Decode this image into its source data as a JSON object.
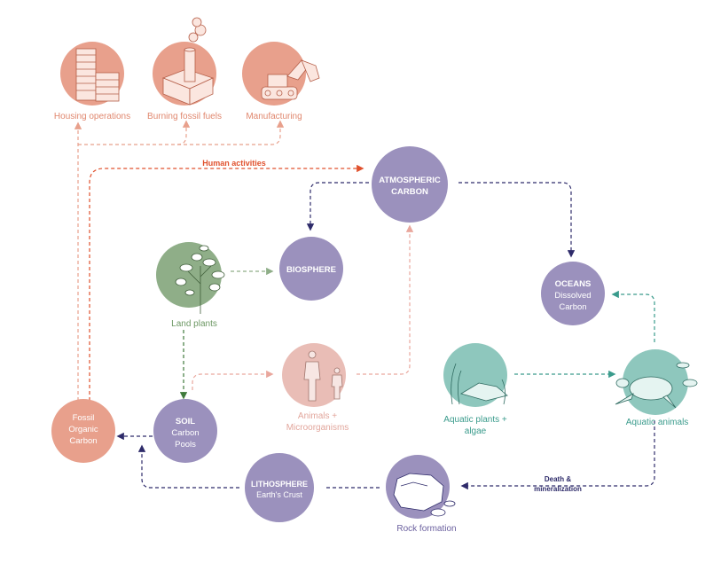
{
  "colors": {
    "purple": "#9b91bd",
    "dark_navy": "#2e2b6a",
    "salmon": "#e8a08c",
    "salmon_text": "#e0876e",
    "red_orange": "#e0512d",
    "green": "#8fae88",
    "green_dark": "#3f7a3c",
    "teal": "#8ec7bd",
    "teal_dark": "#3a9b8c",
    "pink": "#e9bdb6",
    "pink_text": "#e2a69c"
  },
  "top_icons": [
    {
      "label": "Housing operations",
      "icon": "buildings-icon"
    },
    {
      "label": "Burning fossil fuels",
      "icon": "factory-icon"
    },
    {
      "label": "Manufacturing",
      "icon": "excavator-icon"
    }
  ],
  "human_activities": "Human activities",
  "atmospheric": {
    "line1": "ATMOSPHERIC",
    "line2": "CARBON"
  },
  "biosphere": "BIOSPHERE",
  "oceans": {
    "line1": "OCEANS",
    "line2": "Dissolved",
    "line3": "Carbon"
  },
  "land_plants": {
    "label": "Land plants",
    "icon": "tree-icon"
  },
  "animals": {
    "line1": "Animals +",
    "line2": "Microorganisms",
    "icon": "people-icon"
  },
  "aquatic_plants": {
    "line1": "Aquatic plants +",
    "line2": "algae",
    "icon": "seaweed-icon"
  },
  "aquatic_animals": {
    "label": "Aquatic animals",
    "icon": "turtle-icon"
  },
  "soil": {
    "line1": "SOIL",
    "line2": "Carbon",
    "line3": "Pools"
  },
  "fossil": {
    "line1": "Fossil",
    "line2": "Organic",
    "line3": "Carbon"
  },
  "lithosphere": {
    "line1": "LITHOSPHERE",
    "line2": "Earth's Crust"
  },
  "rock_formation": {
    "label": "Rock formation",
    "icon": "rock-icon"
  },
  "death": {
    "line1": "Death &",
    "line2": "mineralization"
  }
}
